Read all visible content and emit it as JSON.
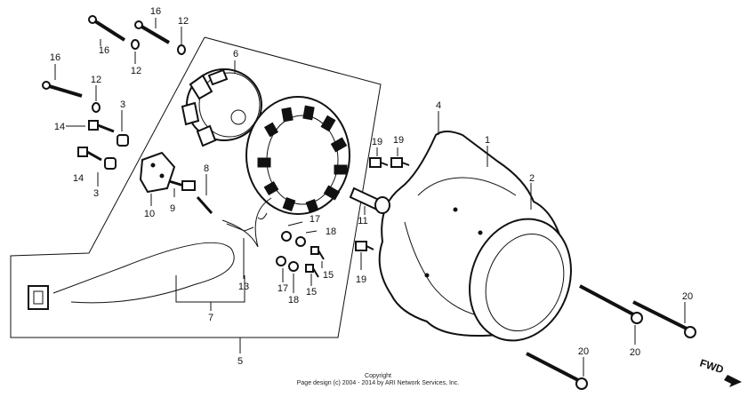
{
  "callouts": {
    "c1": "1",
    "c2": "2",
    "c3a": "3",
    "c3b": "3",
    "c4": "4",
    "c5": "5",
    "c6": "6",
    "c7": "7",
    "c8": "8",
    "c9": "9",
    "c10": "10",
    "c11": "11",
    "c12a": "12",
    "c12b": "12",
    "c12c": "12",
    "c13": "13",
    "c14a": "14",
    "c14b": "14",
    "c15a": "15",
    "c15b": "15",
    "c16a": "16",
    "c16b": "16",
    "c16c": "16",
    "c17a": "17",
    "c17b": "17",
    "c18a": "18",
    "c18b": "18",
    "c19a": "19",
    "c19b": "19",
    "c19c": "19",
    "c20a": "20",
    "c20b": "20",
    "c20c": "20"
  },
  "direction_label": "FWD",
  "copyright": {
    "line1": "Copyright",
    "line2": "Page design (c) 2004 - 2014 by ARI Network Services, Inc."
  }
}
